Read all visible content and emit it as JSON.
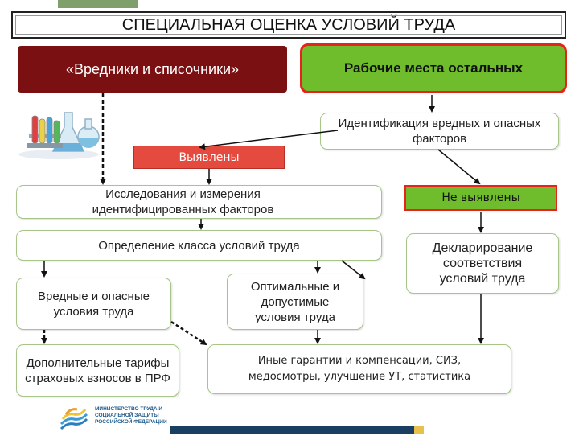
{
  "title": "СПЕЦИАЛЬНАЯ ОЦЕНКА УСЛОВИЙ ТРУДА",
  "left_header": "«Вредники и списочники»",
  "right_header": "Рабочие места остальных",
  "identification": "Идентификация вредных и опасных факторов",
  "detected": "Выявлены",
  "not_detected": "Не выявлены",
  "research": "Исследования и измерения идентифицированных факторов",
  "class_determination": "Определение класса условий труда",
  "harmful": "Вредные и опасные условия труда",
  "optimal": "Оптимальные и допустимые условия труда",
  "declaration": "Декларирование соответствия условий труда",
  "tariffs": "Дополнительные тарифы страховых взносов в ПРФ",
  "guarantees": "Иные гарантии и компенсации, СИЗ, медосмотры, улучшение УТ, статистика",
  "ministry_logo_text": "МИНИСТЕРСТВО ТРУДА И СОЦИАЛЬНОЙ ЗАЩИТЫ РОССИЙСКОЙ ФЕДЕРАЦИИ",
  "colors": {
    "dark_red": "#7a1012",
    "green": "#6fbd2c",
    "red_border": "#e8231b",
    "node_border": "#a7c489",
    "red_label": "#e54a3e"
  },
  "icons": [
    "lab-flasks-illustration",
    "ministry-logo"
  ]
}
